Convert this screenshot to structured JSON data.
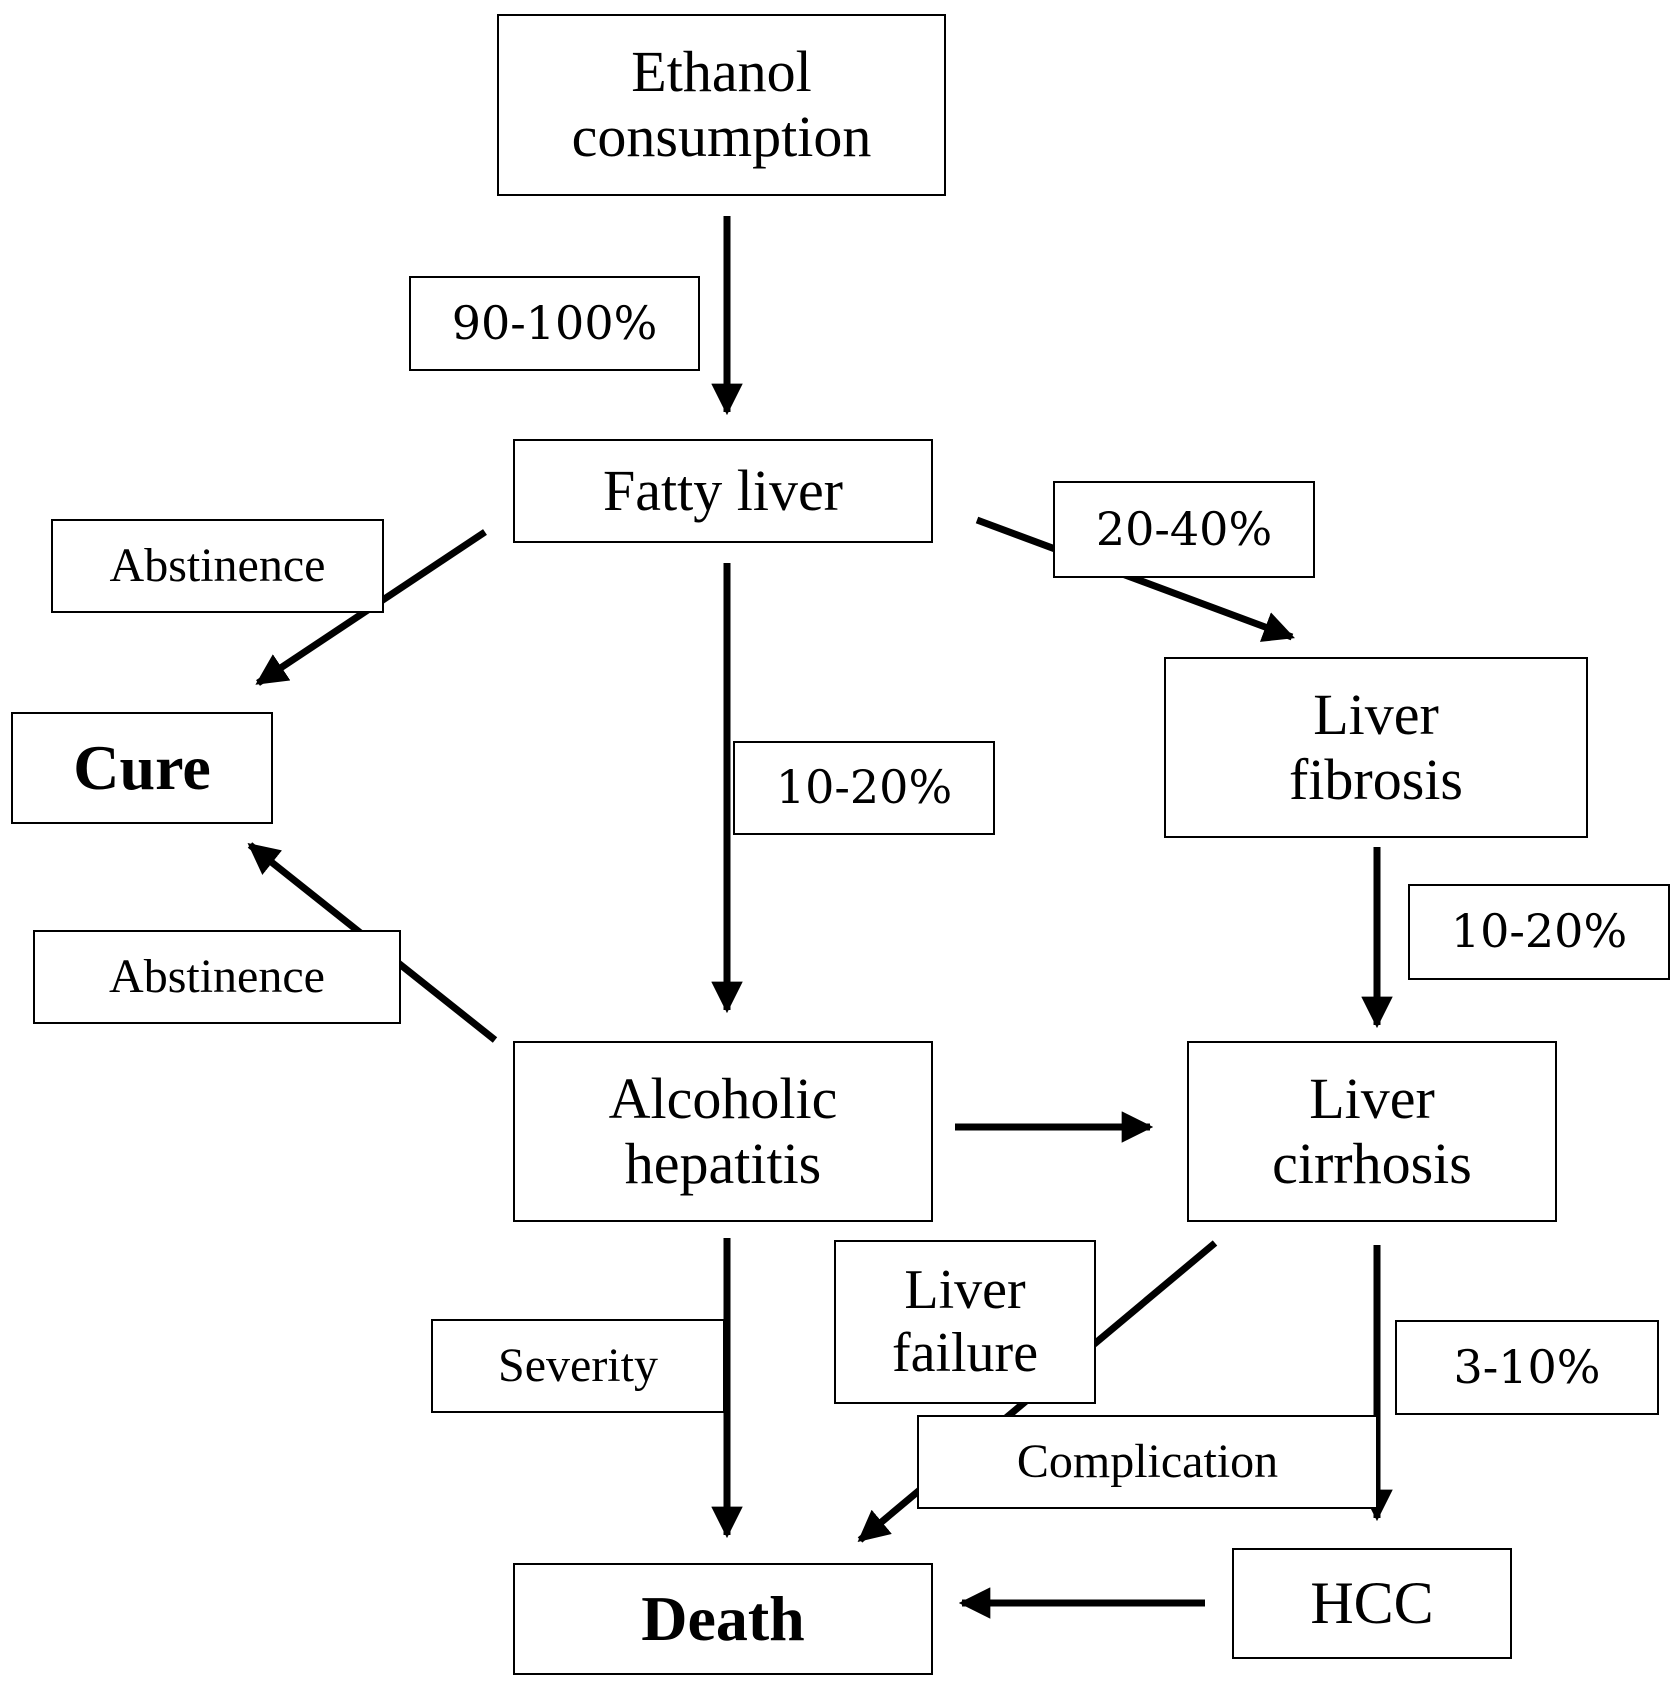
{
  "nodes": {
    "ethanol": "Ethanol\nconsumption",
    "fatty_liver": "Fatty liver",
    "cure": "Cure",
    "liver_fibrosis": "Liver\nfibrosis",
    "alcoholic_hepatitis": "Alcoholic\nhepatitis",
    "liver_cirrhosis": "Liver\ncirrhosis",
    "death": "Death",
    "hcc": "HCC"
  },
  "edge_labels": {
    "ethanol_to_fatty": "90-100%",
    "fatty_to_fibrosis": "20-40%",
    "fatty_to_hepatitis": "10-20%",
    "fibrosis_to_cirrhosis": "10-20%",
    "cirrhosis_to_hcc": "3-10%",
    "fatty_to_cure": "Abstinence",
    "hepatitis_to_cure": "Abstinence",
    "hepatitis_to_death": "Severity",
    "cirrhosis_failure": "Liver\nfailure",
    "cirrhosis_complication": "Complication"
  }
}
